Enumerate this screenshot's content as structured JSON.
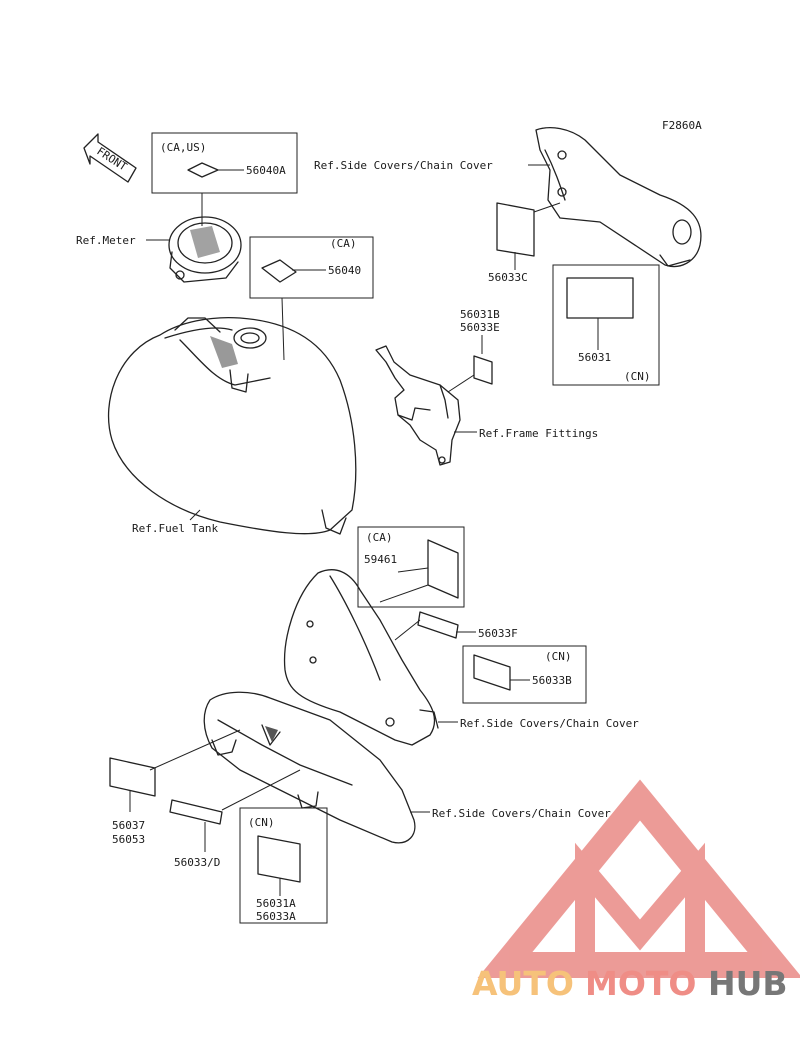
{
  "figure_code": "F2860A",
  "front_arrow": "FRONT",
  "labels": {
    "side_covers_top": "Ref.Side Covers/Chain Cover",
    "side_covers_mid": "Ref.Side Covers/Chain Cover",
    "side_covers_bottom": "Ref.Side Covers/Chain Cover",
    "meter": "Ref.Meter",
    "fuel_tank": "Ref.Fuel Tank",
    "frame_fittings": "Ref.Frame Fittings"
  },
  "parts": {
    "p56040A": "56040A",
    "p56040": "56040",
    "p56033C": "56033C",
    "p56031": "56031",
    "p56031B": "56031B",
    "p56033E": "56033E",
    "p59461": "59461",
    "p56033F": "56033F",
    "p56033B": "56033B",
    "p56037": "56037",
    "p56053": "56053",
    "p56033D": "56033/D",
    "p56031A": "56031A",
    "p56033A": "56033A"
  },
  "regions": {
    "ca_us": "(CA,US)",
    "ca_1": "(CA)",
    "ca_2": "(CA)",
    "cn_1": "(CN)",
    "cn_2": "(CN)",
    "cn_3": "(CN)"
  },
  "watermark": {
    "part1": "AUTO",
    "part2": "MOTO",
    "part3": "HUB",
    "color_light": "#f6c27a",
    "color_mid": "#ef8d86",
    "color_dark": "#777777",
    "logo_color": "#e98a86"
  }
}
